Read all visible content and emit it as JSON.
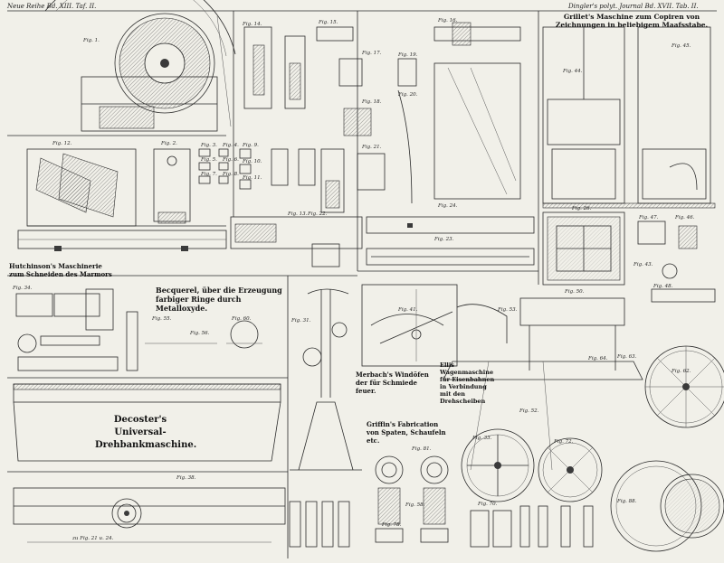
{
  "header": {
    "left": "Neue Reihe Bd. XIII. Taf. II.",
    "right": "Dingler's polyt. Journal Bd. XVII. Tab. II."
  },
  "titles": {
    "grillet": "Grillet's Maschine zum Copiren von Zeichnungen in beliebigem Maafsstabe.",
    "hutchinson": "Hutchinson's Maschinerie zum Schneiden des Marmors",
    "becquerel": "Becquerel, über die Erzeugung farbiger Ringe durch Metalloxyde.",
    "decoster": "Decoster's Universal-Drehbankmaschine.",
    "merbach": "Merbach's Windöfen der für Schmiede feuer.",
    "ellis": "Ellis Wagenmaschine für Eisenbahnen in Verbindung mit den Drehscheiben",
    "griffin": "Griffin's Fabrication von Spaten, Schaufeln etc."
  },
  "figures": [
    {
      "id": "fig1",
      "label": "Fig. 1."
    },
    {
      "id": "fig2",
      "label": "Fig. 2."
    },
    {
      "id": "fig3",
      "label": "Fig. 3."
    },
    {
      "id": "fig4",
      "label": "Fig. 4."
    },
    {
      "id": "fig5",
      "label": "Fig. 5."
    },
    {
      "id": "fig6",
      "label": "Fig. 6."
    },
    {
      "id": "fig7",
      "label": "Fig. 7."
    },
    {
      "id": "fig8",
      "label": "Fig. 8."
    },
    {
      "id": "fig9",
      "label": "Fig. 9."
    },
    {
      "id": "fig10",
      "label": "Fig. 10."
    },
    {
      "id": "fig11",
      "label": "Fig. 11."
    },
    {
      "id": "fig12",
      "label": "Fig. 12."
    },
    {
      "id": "fig13",
      "label": "Fig. 13."
    },
    {
      "id": "fig14",
      "label": "Fig. 14."
    },
    {
      "id": "fig15",
      "label": "Fig. 15."
    },
    {
      "id": "fig16",
      "label": "Fig. 16."
    },
    {
      "id": "fig17",
      "label": "Fig. 17."
    },
    {
      "id": "fig18",
      "label": "Fig. 18."
    },
    {
      "id": "fig19",
      "label": "Fig. 19."
    },
    {
      "id": "fig20",
      "label": "Fig. 20."
    },
    {
      "id": "fig21",
      "label": "Fig. 21."
    },
    {
      "id": "fig22",
      "label": "Fig. 22."
    },
    {
      "id": "fig23",
      "label": "Fig. 23."
    },
    {
      "id": "fig24",
      "label": "Fig. 24."
    },
    {
      "id": "fig26",
      "label": "Fig. 26."
    },
    {
      "id": "fig31",
      "label": "Fig. 31."
    },
    {
      "id": "fig33",
      "label": "Fig. 33."
    },
    {
      "id": "fig34",
      "label": "Fig. 34."
    },
    {
      "id": "fig38",
      "label": "Fig. 38."
    },
    {
      "id": "fig41",
      "label": "Fig. 41."
    },
    {
      "id": "fig43",
      "label": "Fig. 43."
    },
    {
      "id": "fig44",
      "label": "Fig. 44."
    },
    {
      "id": "fig45",
      "label": "Fig. 45."
    },
    {
      "id": "fig46",
      "label": "Fig. 46."
    },
    {
      "id": "fig47",
      "label": "Fig. 47."
    },
    {
      "id": "fig48",
      "label": "Fig. 48."
    },
    {
      "id": "fig50",
      "label": "Fig. 50."
    },
    {
      "id": "fig52",
      "label": "Fig. 52."
    },
    {
      "id": "fig53",
      "label": "Fig. 53."
    },
    {
      "id": "fig55",
      "label": "Fig. 55."
    },
    {
      "id": "fig56",
      "label": "Fig. 56."
    },
    {
      "id": "fig58",
      "label": "Fig. 58."
    },
    {
      "id": "fig60",
      "label": "Fig. 60."
    },
    {
      "id": "fig62",
      "label": "Fig. 62."
    },
    {
      "id": "fig63",
      "label": "Fig. 63."
    },
    {
      "id": "fig64",
      "label": "Fig. 64."
    },
    {
      "id": "fig70",
      "label": "Fig. 70."
    },
    {
      "id": "fig72",
      "label": "Fig. 72."
    },
    {
      "id": "fig78",
      "label": "Fig. 78."
    },
    {
      "id": "fig81",
      "label": "Fig. 81."
    },
    {
      "id": "fig88",
      "label": "Fig. 88."
    }
  ],
  "scale_note": "zu Fig. 21 u. 24."
}
